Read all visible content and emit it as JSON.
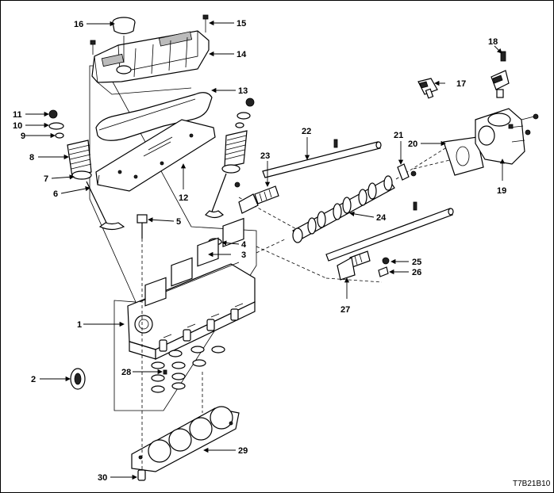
{
  "figure_code": "T7B21B10",
  "callouts": {
    "c1": "1",
    "c2": "2",
    "c3": "3",
    "c4": "4",
    "c5": "5",
    "c6": "6",
    "c7": "7",
    "c8": "8",
    "c9": "9",
    "c10": "10",
    "c11": "11",
    "c12": "12",
    "c13": "13",
    "c14": "14",
    "c15": "15",
    "c16": "16",
    "c17": "17",
    "c18": "18",
    "c19": "19",
    "c20": "20",
    "c21": "21",
    "c22": "22",
    "c23": "23",
    "c24": "24",
    "c25": "25",
    "c26": "26",
    "c27": "27",
    "c28": "28",
    "c29": "29",
    "c30": "30"
  }
}
